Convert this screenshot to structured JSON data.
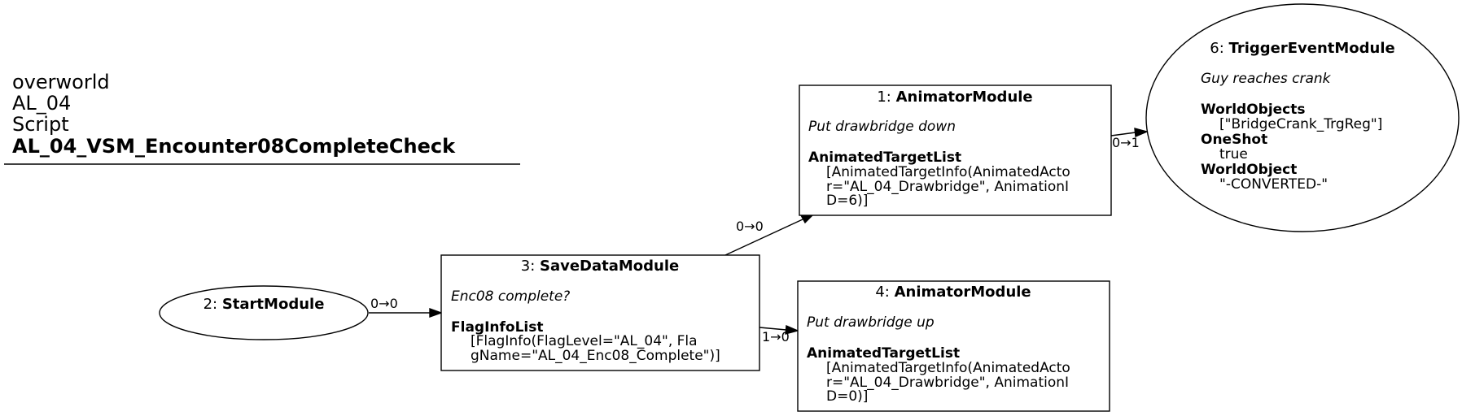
{
  "header": {
    "line1": "overworld",
    "line2": "AL_04",
    "line3": "Script",
    "line4": "AL_04_VSM_Encounter08CompleteCheck"
  },
  "nodes": {
    "n1": {
      "id": "1: ",
      "type": "AnimatorModule",
      "comment": "Put drawbridge down",
      "prop1_key": "AnimatedTargetList",
      "prop1_val_l1": "[AnimatedTargetInfo(AnimatedActo",
      "prop1_val_l2": "r=\"AL_04_Drawbridge\", AnimationI",
      "prop1_val_l3": "D=6)]"
    },
    "n2": {
      "id": "2: ",
      "type": "StartModule"
    },
    "n3": {
      "id": "3: ",
      "type": "SaveDataModule",
      "comment": "Enc08 complete?",
      "prop1_key": "FlagInfoList",
      "prop1_val_l1": "[FlagInfo(FlagLevel=\"AL_04\", Fla",
      "prop1_val_l2": "gName=\"AL_04_Enc08_Complete\")]"
    },
    "n4": {
      "id": "4: ",
      "type": "AnimatorModule",
      "comment": "Put drawbridge up",
      "prop1_key": "AnimatedTargetList",
      "prop1_val_l1": "[AnimatedTargetInfo(AnimatedActo",
      "prop1_val_l2": "r=\"AL_04_Drawbridge\", AnimationI",
      "prop1_val_l3": "D=0)]"
    },
    "n6": {
      "id": "6: ",
      "type": "TriggerEventModule",
      "comment": "Guy reaches crank",
      "prop1_key": "WorldObjects",
      "prop1_val": "[\"BridgeCrank_TrgReg\"]",
      "prop2_key": "OneShot",
      "prop2_val": "true",
      "prop3_key": "WorldObject",
      "prop3_val": "\"-CONVERTED-\""
    }
  },
  "edges": {
    "e2_3": "0→0",
    "e3_1": "0→0",
    "e3_4": "1→0",
    "e1_6": "0→1"
  }
}
